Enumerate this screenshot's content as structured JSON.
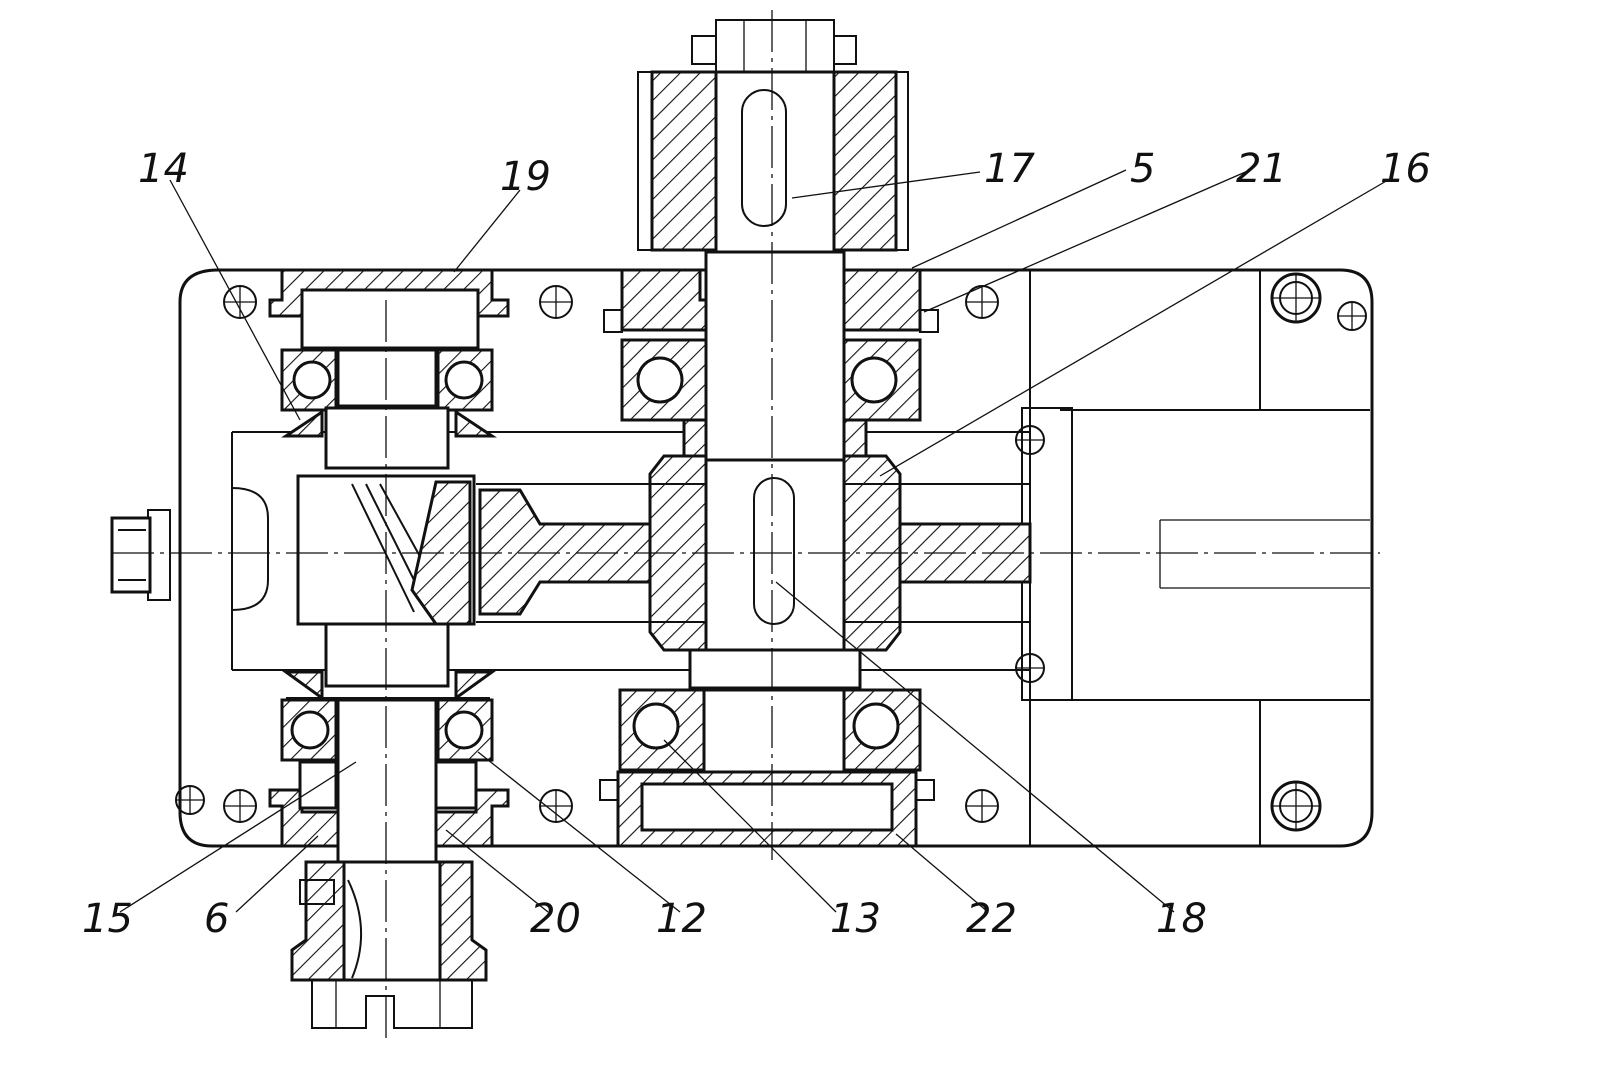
{
  "callouts": [
    {
      "id": "14",
      "text": "14"
    },
    {
      "id": "19",
      "text": "19"
    },
    {
      "id": "17",
      "text": "17"
    },
    {
      "id": "5",
      "text": "5"
    },
    {
      "id": "21",
      "text": "21"
    },
    {
      "id": "16",
      "text": "16"
    },
    {
      "id": "15",
      "text": "15"
    },
    {
      "id": "6",
      "text": "6"
    },
    {
      "id": "20",
      "text": "20"
    },
    {
      "id": "12",
      "text": "12"
    },
    {
      "id": "13",
      "text": "13"
    },
    {
      "id": "22",
      "text": "22"
    },
    {
      "id": "18",
      "text": "18"
    }
  ],
  "colors": {
    "line": "#111111",
    "background": "#ffffff"
  }
}
